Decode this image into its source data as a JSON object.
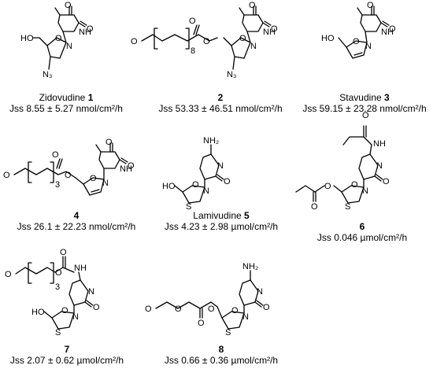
{
  "compounds": [
    {
      "name": "Zidovudine",
      "number": "1",
      "flux": "Jss 8.55 ± 5.27 nmol/cm²/h"
    },
    {
      "name": "",
      "number": "2",
      "flux": "Jss 53.33 ± 46.51 nmol/cm²/h"
    },
    {
      "name": "Stavudine",
      "number": "3",
      "flux": "Jss 59.15 ± 23.28 nmol/cm²/h"
    },
    {
      "name": "",
      "number": "4",
      "flux": "Jss 26.1 ± 22.23 nmol/cm²/h"
    },
    {
      "name": "Lamivudine",
      "number": "5",
      "flux": "Jss 4.23 ± 2.98 µmol/cm²/h"
    },
    {
      "name": "",
      "number": "6",
      "flux": "Jss 0.046 µmol/cm²/h"
    },
    {
      "name": "",
      "number": "7",
      "flux": "Jss 2.07 ± 0.62 µmol/cm²/h"
    },
    {
      "name": "",
      "number": "8",
      "flux": "Jss 0.66 ± 0.36 µmol/cm²/h"
    }
  ],
  "atoms": {
    "O": "O",
    "NH": "NH",
    "N": "N",
    "HO": "HO",
    "N3": "N₃",
    "NH2": "NH₂",
    "S": "S",
    "rep8": "8",
    "rep3": "3"
  }
}
